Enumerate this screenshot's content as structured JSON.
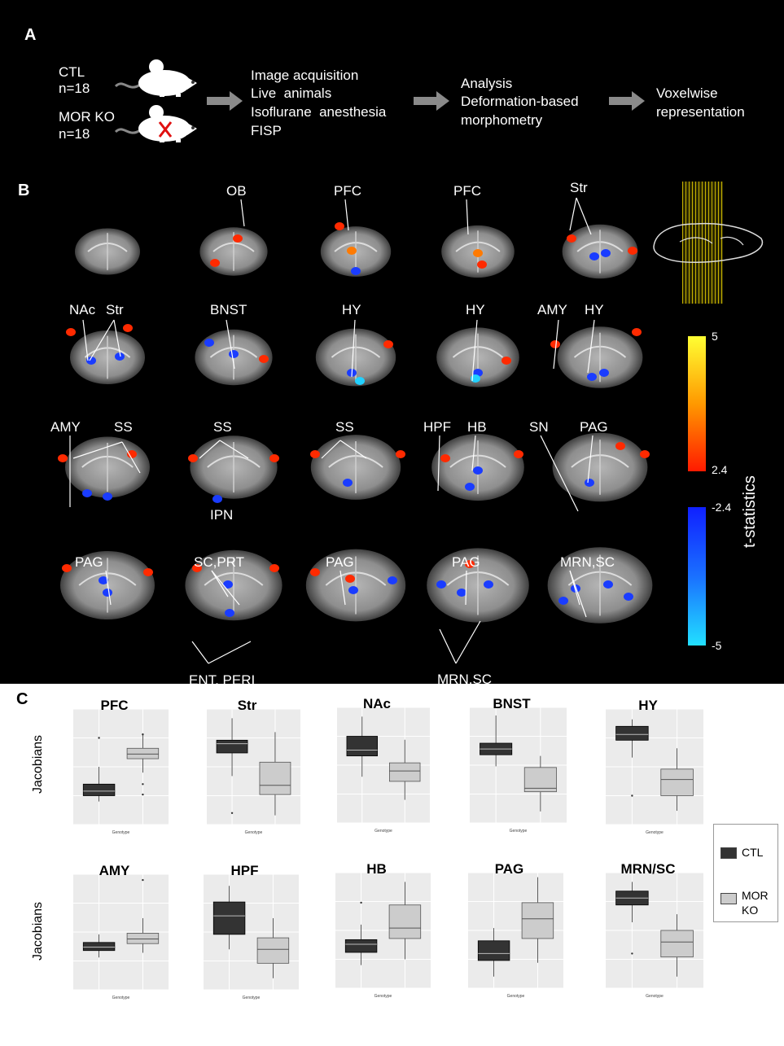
{
  "panel_labels": {
    "a": "A",
    "b": "B",
    "c": "C"
  },
  "panelA": {
    "groups": [
      {
        "name": "CTL",
        "n": "n=18",
        "knockout": false
      },
      {
        "name": "MOR KO",
        "n": "n=18",
        "knockout": true
      }
    ],
    "steps": [
      [
        "Image acquisition",
        "Live  animals",
        "Isoflurane  anesthesia",
        "FISP"
      ],
      [
        "Analysis",
        "Deformation-based",
        "morphometry"
      ],
      [
        "Voxelwise",
        "representation"
      ]
    ]
  },
  "panelB": {
    "rows": [
      [
        {
          "labels": []
        },
        {
          "labels": [
            "OB"
          ]
        },
        {
          "labels": [
            "PFC"
          ]
        },
        {
          "labels": [
            "PFC"
          ]
        },
        {
          "labels": [
            "Str"
          ]
        }
      ],
      [
        {
          "labels": [
            "NAc",
            "Str"
          ]
        },
        {
          "labels": [
            "BNST"
          ]
        },
        {
          "labels": [
            "HY"
          ]
        },
        {
          "labels": [
            "HY"
          ]
        },
        {
          "labels": [
            "AMY",
            "HY"
          ]
        }
      ],
      [
        {
          "labels": [
            "AMY",
            "SS"
          ]
        },
        {
          "labels": [
            "SS",
            "IPN"
          ]
        },
        {
          "labels": [
            "SS"
          ]
        },
        {
          "labels": [
            "HPF",
            "HB"
          ]
        },
        {
          "labels": [
            "SN",
            "PAG"
          ]
        }
      ],
      [
        {
          "labels": [
            "PAG"
          ]
        },
        {
          "labels": [
            "SC,PRT",
            "ENT, PERI"
          ]
        },
        {
          "labels": [
            "PAG"
          ]
        },
        {
          "labels": [
            "PAG",
            "MRN,SC"
          ]
        },
        {
          "labels": [
            "MRN,SC"
          ]
        }
      ]
    ],
    "colorbar": {
      "title": "t-statistics",
      "positive_ticks": [
        "5",
        "2.4"
      ],
      "negative_ticks": [
        "-2.4",
        "-5"
      ],
      "positive_colors": [
        "#ffff33",
        "#ff9900",
        "#ff1a00"
      ],
      "negative_colors": [
        "#1020ff",
        "#1a70ff",
        "#22e0ff"
      ]
    }
  },
  "panelC": {
    "ylabel": "Jacobians",
    "xlabel": "Genotype",
    "legend": [
      {
        "label": "CTL",
        "color": "#333333"
      },
      {
        "label": "MOR\nKO",
        "color": "#cccccc"
      }
    ]
  },
  "chart_data": {
    "type": "boxplot",
    "ylabel": "Jacobians",
    "categories": [
      "CTL",
      "MOR KO"
    ],
    "colors": {
      "CTL": "#333333",
      "MOR KO": "#cccccc"
    },
    "units": "relative (read off plot scale)",
    "plots": [
      {
        "title": "PFC",
        "ctl": {
          "min": 0.2,
          "q1": 0.25,
          "med": 0.29,
          "q3": 0.35,
          "max": 0.5,
          "out": [
            0.75
          ]
        },
        "ko": {
          "min": 0.45,
          "q1": 0.57,
          "med": 0.61,
          "q3": 0.66,
          "max": 0.79,
          "out": [
            0.78,
            0.35,
            0.26
          ]
        }
      },
      {
        "title": "Str",
        "ctl": {
          "min": 0.42,
          "q1": 0.62,
          "med": 0.7,
          "q3": 0.73,
          "max": 0.92,
          "out": [
            0.1
          ]
        },
        "ko": {
          "min": 0.08,
          "q1": 0.26,
          "med": 0.34,
          "q3": 0.54,
          "max": 0.8,
          "out": []
        }
      },
      {
        "title": "NAc",
        "ctl": {
          "min": 0.4,
          "q1": 0.58,
          "med": 0.63,
          "q3": 0.75,
          "max": 0.92,
          "out": []
        },
        "ko": {
          "min": 0.2,
          "q1": 0.36,
          "med": 0.45,
          "q3": 0.52,
          "max": 0.72,
          "out": []
        }
      },
      {
        "title": "BNST",
        "ctl": {
          "min": 0.49,
          "q1": 0.59,
          "med": 0.64,
          "q3": 0.69,
          "max": 0.93,
          "out": []
        },
        "ko": {
          "min": 0.1,
          "q1": 0.27,
          "med": 0.3,
          "q3": 0.48,
          "max": 0.58,
          "out": []
        }
      },
      {
        "title": "HY",
        "ctl": {
          "min": 0.58,
          "q1": 0.73,
          "med": 0.78,
          "q3": 0.85,
          "max": 0.91,
          "out": [
            0.25
          ]
        },
        "ko": {
          "min": 0.12,
          "q1": 0.25,
          "med": 0.39,
          "q3": 0.48,
          "max": 0.66,
          "out": []
        }
      },
      {
        "title": "AMY",
        "ctl": {
          "min": 0.28,
          "q1": 0.34,
          "med": 0.37,
          "q3": 0.41,
          "max": 0.48,
          "out": []
        },
        "ko": {
          "min": 0.32,
          "q1": 0.4,
          "med": 0.44,
          "q3": 0.49,
          "max": 0.62,
          "out": [
            0.95
          ]
        }
      },
      {
        "title": "HPF",
        "ctl": {
          "min": 0.35,
          "q1": 0.48,
          "med": 0.64,
          "q3": 0.76,
          "max": 0.9,
          "out": []
        },
        "ko": {
          "min": 0.1,
          "q1": 0.23,
          "med": 0.35,
          "q3": 0.45,
          "max": 0.62,
          "out": []
        }
      },
      {
        "title": "HB",
        "ctl": {
          "min": 0.2,
          "q1": 0.31,
          "med": 0.38,
          "q3": 0.42,
          "max": 0.55,
          "out": [
            0.74
          ]
        },
        "ko": {
          "min": 0.25,
          "q1": 0.43,
          "med": 0.52,
          "q3": 0.72,
          "max": 0.92,
          "out": []
        }
      },
      {
        "title": "PAG",
        "ctl": {
          "min": 0.1,
          "q1": 0.24,
          "med": 0.3,
          "q3": 0.41,
          "max": 0.52,
          "out": []
        },
        "ko": {
          "min": 0.22,
          "q1": 0.43,
          "med": 0.6,
          "q3": 0.74,
          "max": 0.96,
          "out": []
        }
      },
      {
        "title": "MRN/SC",
        "ctl": {
          "min": 0.57,
          "q1": 0.72,
          "med": 0.78,
          "q3": 0.84,
          "max": 0.92,
          "out": [
            0.3
          ]
        },
        "ko": {
          "min": 0.1,
          "q1": 0.27,
          "med": 0.4,
          "q3": 0.5,
          "max": 0.64,
          "out": []
        }
      }
    ]
  }
}
